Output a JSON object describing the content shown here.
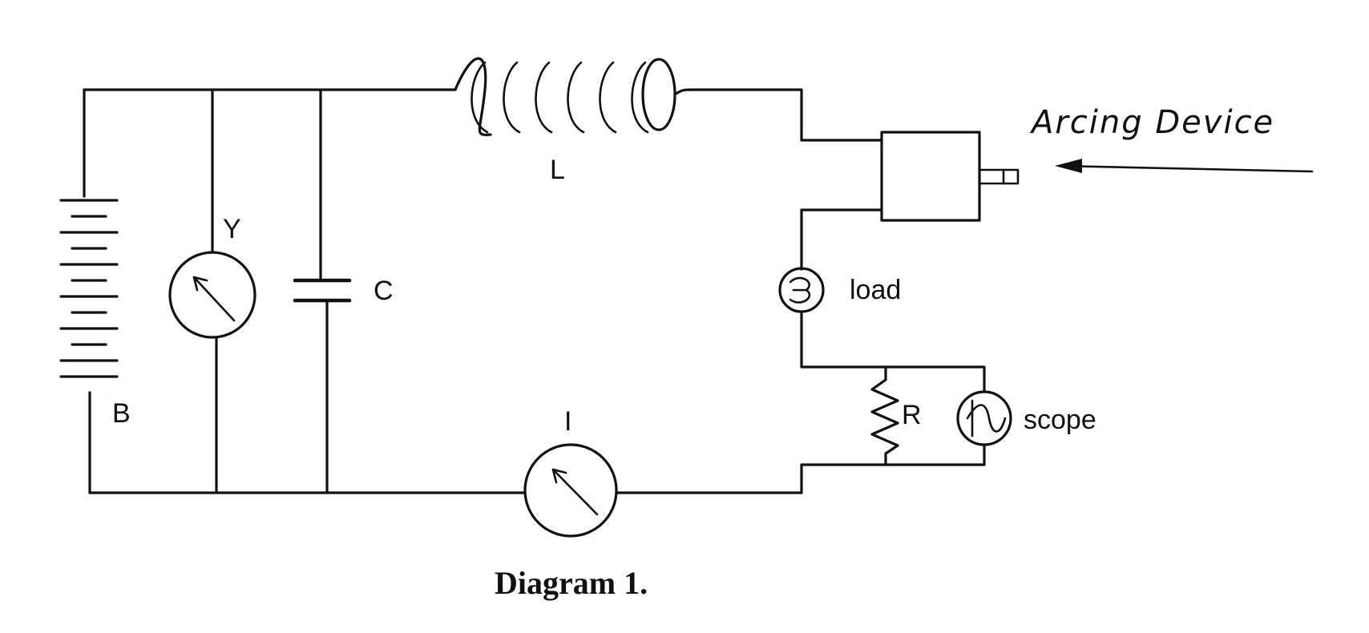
{
  "labels": {
    "inductor": "L",
    "voltmeter": "Y",
    "capacitor": "C",
    "battery": "B",
    "ammeter": "I",
    "load": "load",
    "resistor": "R",
    "scope": "scope",
    "arcing_device": "Arcing Device"
  },
  "caption": "Diagram 1."
}
